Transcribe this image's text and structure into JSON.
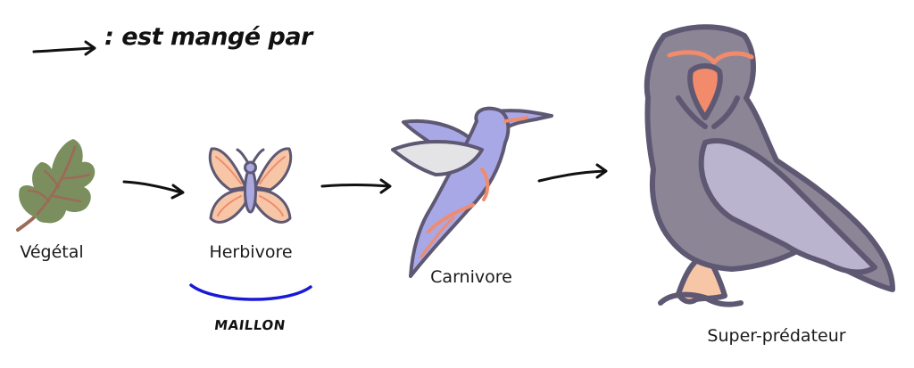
{
  "legend": {
    "text": ": est mangé par"
  },
  "nodes": [
    {
      "id": "vegetal",
      "label": "Végétal",
      "icon": "leaf-icon"
    },
    {
      "id": "herbivore",
      "label": "Herbivore",
      "icon": "butterfly-icon"
    },
    {
      "id": "carnivore",
      "label": "Carnivore",
      "icon": "hummingbird-icon"
    },
    {
      "id": "super_predateur",
      "label": "Super-prédateur",
      "icon": "eagle-icon"
    }
  ],
  "annotation": {
    "text": "MAILLON"
  },
  "colors": {
    "leaf": "#7b8f5e",
    "leaf_vein": "#9c6b57",
    "butterfly_wing": "#f6c6a7",
    "butterfly_body": "#a9a9e0",
    "outline": "#5e5873",
    "hummingbird_body": "#a9a8e6",
    "hummingbird_accent": "#f08b6d",
    "eagle_body": "#8b8596",
    "eagle_wing": "#bbb4cf",
    "eagle_beak": "#f28a6c",
    "eagle_feet": "#f6c6a7",
    "maillon_arc": "#1a1ad6",
    "arrow": "#111111"
  }
}
